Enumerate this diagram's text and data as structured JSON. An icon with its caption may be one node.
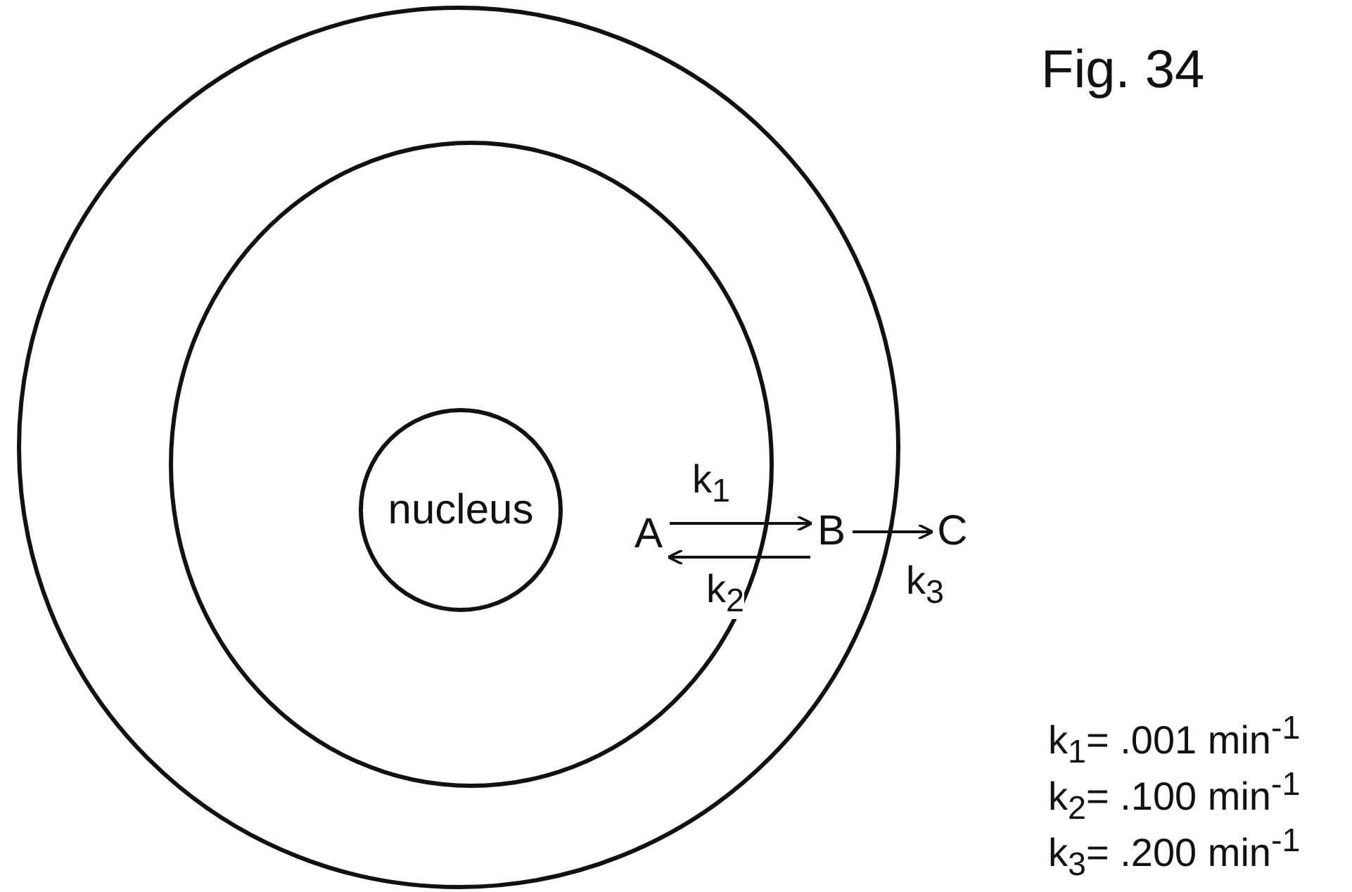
{
  "diagram": {
    "title": "Fig. 34",
    "nodes": [
      {
        "text": [],
        "shape": "circle"
      },
      {
        "text": [],
        "shape": "circle",
        "in": 0
      },
      {
        "text": [
          "nucleus"
        ],
        "in": 1
      },
      {
        "text": [
          "A"
        ],
        "in": 1
      },
      {
        "text": [
          "B"
        ],
        "in": 0
      },
      {
        "text": [
          "C"
        ]
      }
    ],
    "edges": [
      {
        "from": 3,
        "to": 4,
        "arrow": "to",
        "label": "k$_{1}$"
      },
      {
        "from": 4,
        "to": 3,
        "arrow": "to",
        "label": "k$_{2}$"
      },
      {
        "from": 4,
        "to": 5,
        "arrow": "to",
        "label": "k$_{3}$"
      }
    ],
    "labels": [
      "k$_{1}$= .001 min$^{-1}$",
      "k$_{2}$= .100 min$^{-1}$",
      "k$_{3}$= .200 min$^{-1}$"
    ]
  }
}
